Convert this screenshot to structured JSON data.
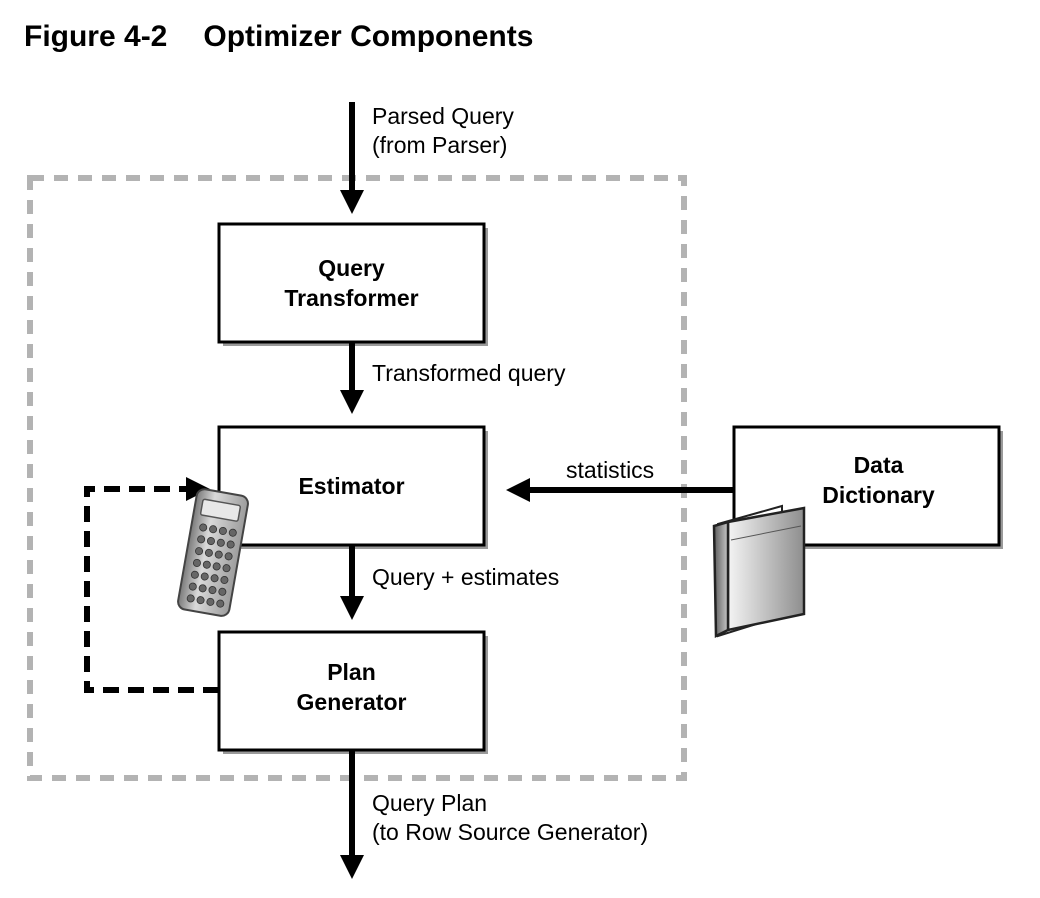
{
  "figure": {
    "number": "Figure 4-2",
    "title": "Optimizer Components"
  },
  "nodes": {
    "query_transformer": {
      "line1": "Query",
      "line2": "Transformer"
    },
    "estimator": {
      "label": "Estimator"
    },
    "plan_generator": {
      "line1": "Plan",
      "line2": "Generator"
    },
    "data_dictionary": {
      "line1": "Data",
      "line2": "Dictionary"
    }
  },
  "edges": {
    "parsed_query": {
      "line1": "Parsed Query",
      "line2": "(from Parser)"
    },
    "transformed_query": {
      "label": "Transformed query"
    },
    "query_estimates": {
      "label": "Query + estimates"
    },
    "statistics": {
      "label": "statistics"
    },
    "query_plan": {
      "line1": "Query Plan",
      "line2": "(to Row Source Generator)"
    }
  },
  "icons": {
    "estimator": "calculator-icon",
    "data_dictionary": "book-icon"
  },
  "colors": {
    "stroke": "#000000",
    "optimizer_boundary": "#b3b3b3",
    "box_shadow": "#9a9a9a"
  }
}
